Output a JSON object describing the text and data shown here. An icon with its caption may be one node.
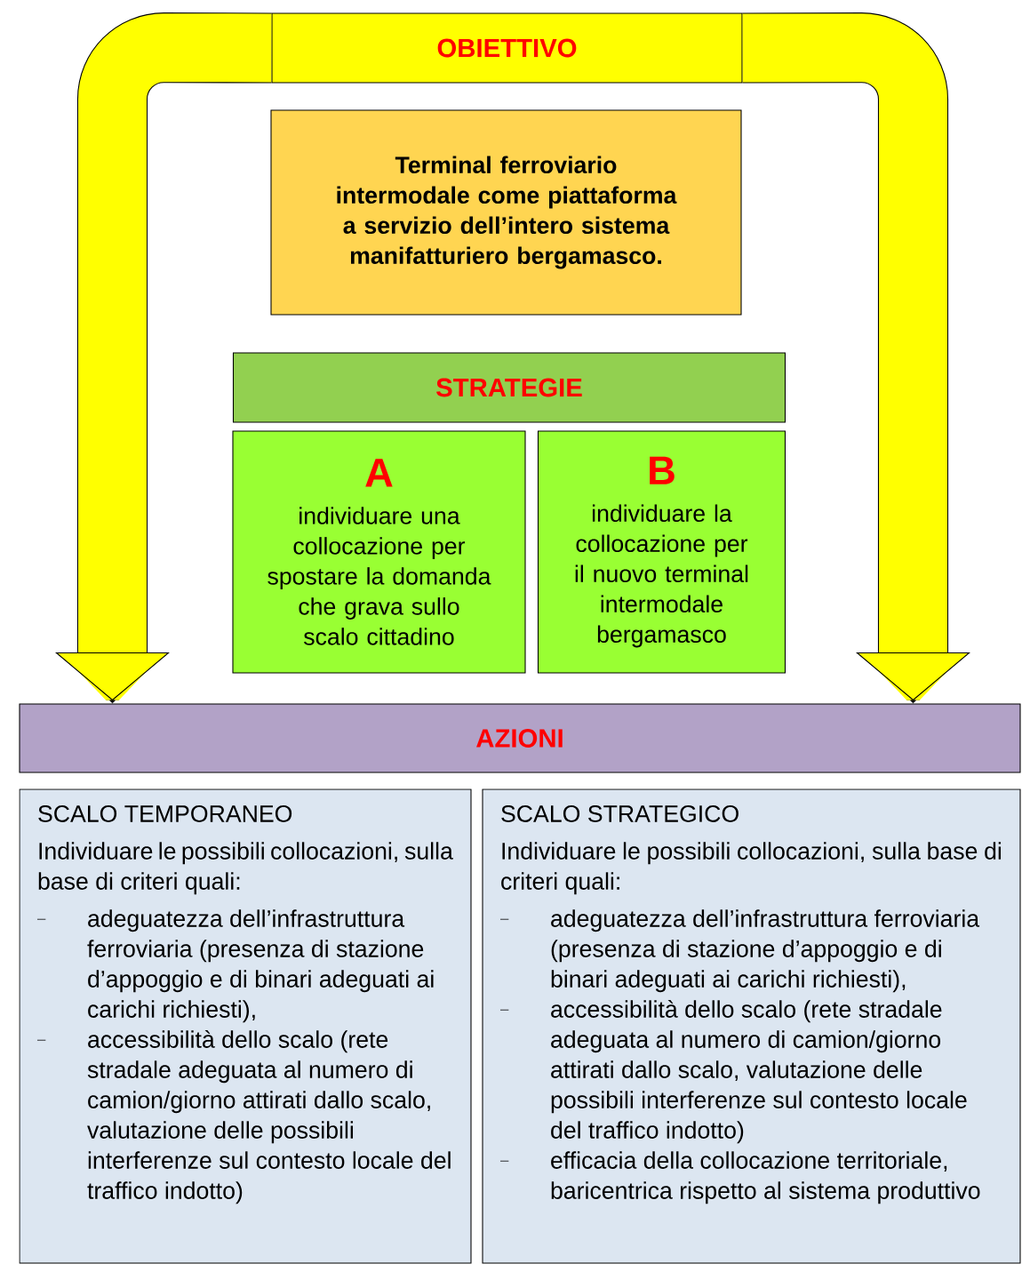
{
  "diagram": {
    "nodes": [
      {
        "text": [
          "OBIETTIVO"
        ]
      },
      {
        "text": [
          "Terminal ferroviario intermodale come piattaforma a servizio dell’intero sistema manifatturiero bergamasco."
        ]
      },
      {
        "text": [
          "STRATEGIE"
        ]
      },
      {
        "text": [
          "A",
          "individuare una collocazione per spostare la domanda che grava sullo scalo cittadino"
        ]
      },
      {
        "text": [
          "B",
          "individuare la collocazione per il nuovo terminal intermodale bergamasco"
        ]
      },
      {
        "text": [
          "AZIONI"
        ]
      },
      {
        "text": [
          "SCALO TEMPORANEO",
          "Individuare le possibili collocazioni, sulla base di criteri quali:",
          "adeguatezza dell’infrastruttura ferroviaria (presenza di stazione d’appoggio e di binari adeguati ai carichi richiesti),",
          "accessibilità dello scalo (rete stradale adeguata al numero di camion/giorno attirati dallo scalo, valutazione delle possibili interferenze sul contesto locale del traffico indotto)"
        ]
      },
      {
        "text": [
          "SCALO STRATEGICO",
          "Individuare le possibili collocazioni, sulla base di criteri quali:",
          "adeguatezza dell’infrastruttura ferroviaria (presenza di stazione d’appoggio e di binari adeguati ai carichi richiesti),",
          "accessibilità dello scalo (rete stradale adeguata al numero di camion/giorno attirati dallo scalo, valutazione delle possibili interferenze sul contesto locale del traffico indotto)",
          "efficacia della collocazione territoriale, baricentrica rispetto al sistema produttivo"
        ]
      }
    ],
    "edges": [
      {
        "from": 0,
        "to": 5,
        "arrow": "to"
      },
      {
        "from": 0,
        "to": 5,
        "arrow": "to"
      }
    ]
  }
}
